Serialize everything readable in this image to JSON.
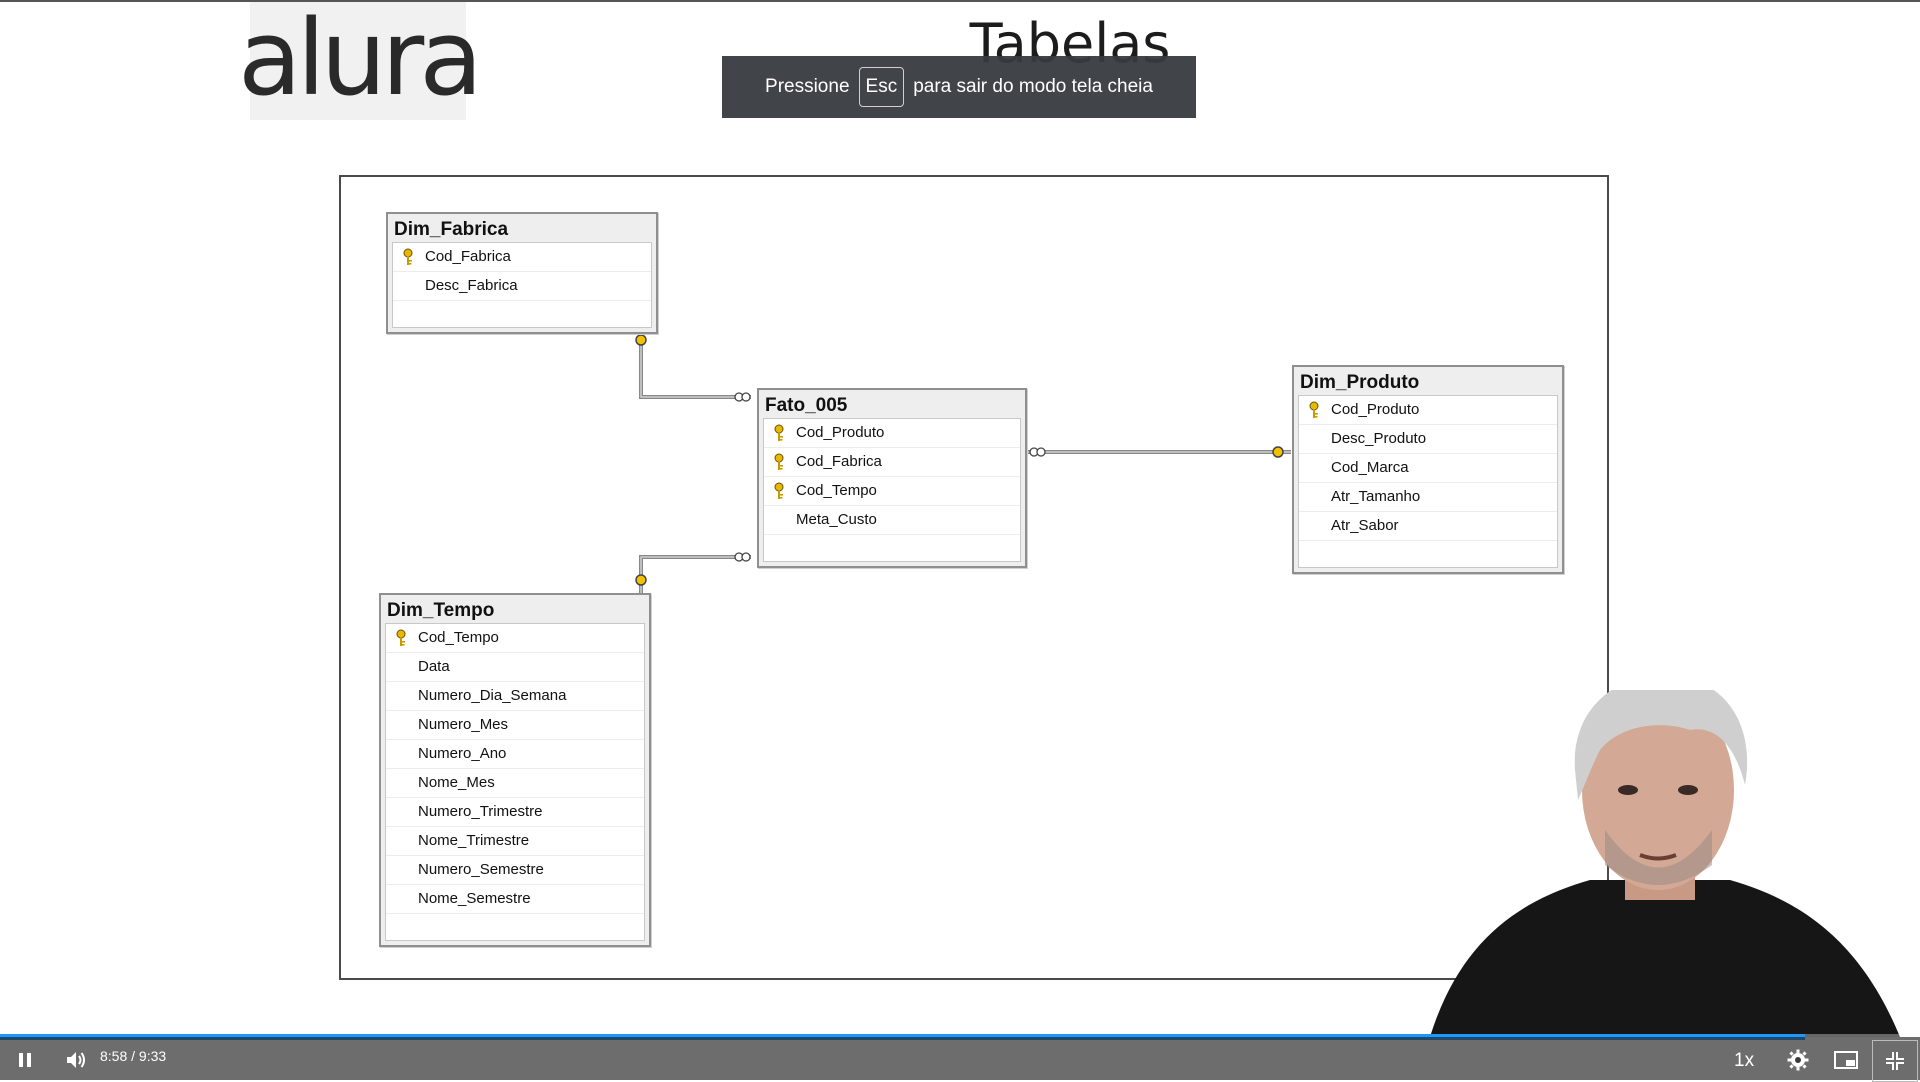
{
  "slide": {
    "logo_text": "alura",
    "title": "Tabelas"
  },
  "fullscreen_notice": {
    "prefix": "Pressione",
    "key": "Esc",
    "suffix": "para sair do modo tela cheia"
  },
  "tables": {
    "dim_fabrica": {
      "name": "Dim_Fabrica",
      "columns": [
        "Cod_Fabrica",
        "Desc_Fabrica"
      ]
    },
    "fato": {
      "name": "Fato_005",
      "columns": [
        "Cod_Produto",
        "Cod_Fabrica",
        "Cod_Tempo",
        "Meta_Custo"
      ]
    },
    "dim_produto": {
      "name": "Dim_Produto",
      "columns": [
        "Cod_Produto",
        "Desc_Produto",
        "Cod_Marca",
        "Atr_Tamanho",
        "Atr_Sabor"
      ]
    },
    "dim_tempo": {
      "name": "Dim_Tempo",
      "columns": [
        "Cod_Tempo",
        "Data",
        "Numero_Dia_Semana",
        "Numero_Mes",
        "Numero_Ano",
        "Nome_Mes",
        "Numero_Trimestre",
        "Nome_Trimestre",
        "Numero_Semestre",
        "Nome_Semestre"
      ]
    }
  },
  "player": {
    "current_time": "8:58",
    "separator": "/",
    "duration": "9:33",
    "progress_fraction": 0.94,
    "speed": "1x",
    "progress_color": "#2196f3"
  }
}
